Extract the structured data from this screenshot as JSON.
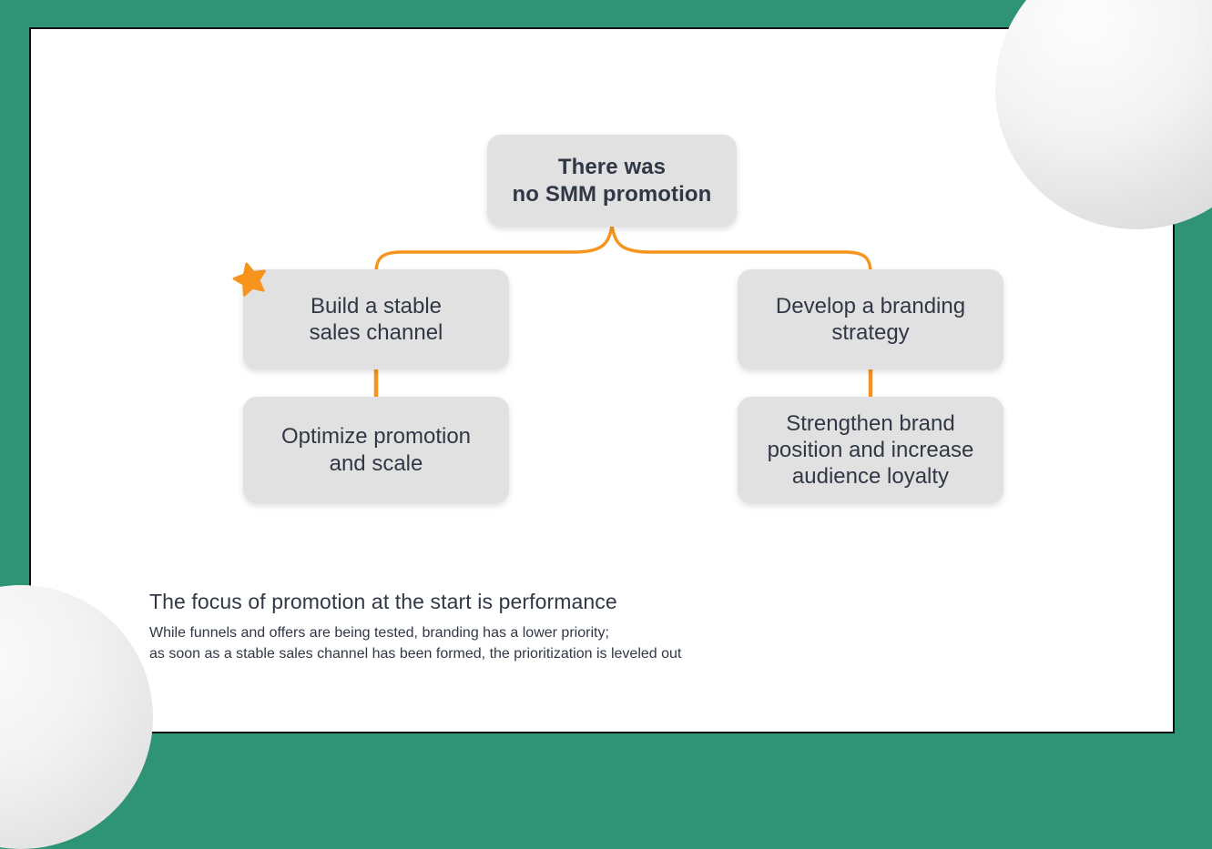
{
  "slide": {
    "background_color": "#2f9476",
    "surface_color": "#ffffff",
    "accent_color": "#f7941e",
    "node_color": "#e1e1e1",
    "text_color": "#313845"
  },
  "diagram": {
    "type": "tree",
    "root": {
      "line1": "There was",
      "line2": "no SMM promotion"
    },
    "branches": [
      {
        "id": "left",
        "badge": "star",
        "title_line1": "Build a stable",
        "title_line2": "sales channel",
        "child_line1": "Optimize promotion",
        "child_line2": "and scale"
      },
      {
        "id": "right",
        "badge": "",
        "title_line1": "Develop a branding",
        "title_line2": "strategy",
        "child_line1": "Strengthen brand",
        "child_line2": "position and increase",
        "child_line3": "audience loyalty"
      }
    ]
  },
  "footer": {
    "heading": "The focus of promotion at the start is performance",
    "sub_line1": "While funnels and offers are being tested, branding has a lower priority;",
    "sub_line2": "as soon as a stable sales channel has been formed, the prioritization is leveled out"
  },
  "decor": {
    "sphere_top_right": "sphere",
    "sphere_bottom_left": "sphere"
  }
}
